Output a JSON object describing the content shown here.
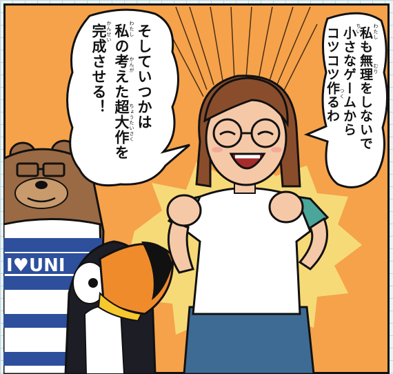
{
  "bubble_left": {
    "lines": [
      "そしていつかは",
      "私の考えた超大作を",
      "完成させる！"
    ],
    "ruby": [
      "わたし",
      "かんが",
      "ちょうたいさく",
      "かんせい"
    ]
  },
  "bubble_right": {
    "lines": [
      "私も無理をしないで",
      "小さなゲームから",
      "コツコツ作るわ"
    ],
    "ruby": [
      "わたし",
      "むり",
      "ちい",
      "つく"
    ]
  },
  "shirt_text": "I♥UNI",
  "colors": {
    "background_orange": "#f6a24a",
    "burst_yellow": "#f7da78",
    "hair_brown": "#8a4d2c",
    "bear_brown": "#9a6a44",
    "toucan_beak": "#f08b2c",
    "jeans_blue": "#3e6b94",
    "stripe_blue": "#2d4f9c"
  }
}
